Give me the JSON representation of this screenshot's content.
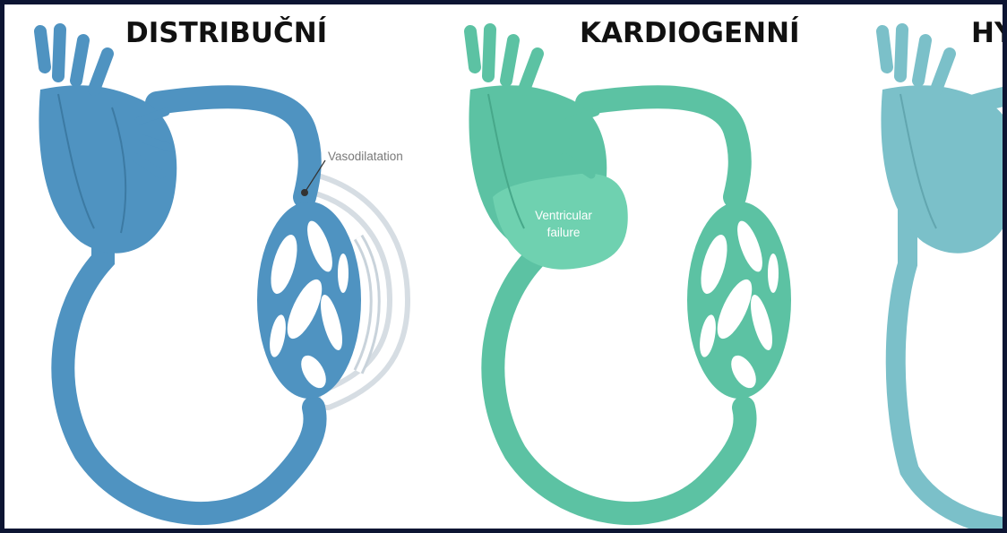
{
  "panels": [
    {
      "title": "DISTRIBUČNÍ",
      "color": "#4f93c1",
      "annotation": "Vasodilatation"
    },
    {
      "title": "KARDIOGENNÍ",
      "color": "#5cc2a3",
      "annotation_line1": "Ventricular",
      "annotation_line2": "failure"
    },
    {
      "title": "HY",
      "color": "#7bc0c9"
    }
  ],
  "colors": {
    "background": "#0d1533",
    "canvas": "#ffffff",
    "title_text": "#111111",
    "callout_text": "#7a7a7a"
  }
}
